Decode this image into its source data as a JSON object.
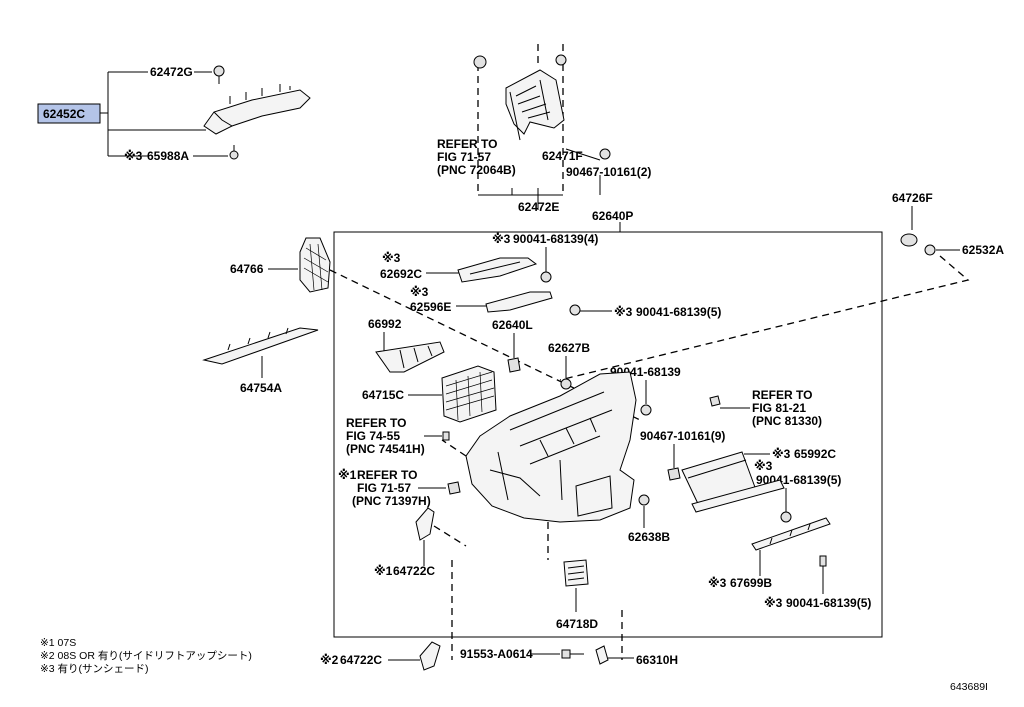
{
  "highlight_color": "#b4c4e8",
  "labels": {
    "p62452C": "62452C",
    "p62472G": "62472G",
    "p65988A": "65988A",
    "ref7157a_1": "REFER TO",
    "ref7157a_2": "FIG 71-57",
    "ref7157a_3": "(PNC 72064B)",
    "p62471F": "62471F",
    "p90467_2": "90467-10161(2)",
    "p62472E": "62472E",
    "p62640P": "62640P",
    "p64726F": "64726F",
    "p62532A": "62532A",
    "p90041_4": "90041-68139(4)",
    "p62692C": "62692C",
    "p62596E": "62596E",
    "p90041_5a": "90041-68139(5)",
    "p64766": "64766",
    "p66992": "66992",
    "p62640L": "62640L",
    "p62627B": "62627B",
    "p64754A": "64754A",
    "p64715C": "64715C",
    "p90041": "90041-68139",
    "ref8121_1": "REFER TO",
    "ref8121_2": "FIG 81-21",
    "ref8121_3": "(PNC 81330)",
    "ref7455_1": "REFER TO",
    "ref7455_2": "FIG 74-55",
    "ref7455_3": "(PNC 74541H)",
    "p90467_9": "90467-10161(9)",
    "p65992C": "65992C",
    "p90041_5b": "90041-68139(5)",
    "ref7157b_1": "REFER TO",
    "ref7157b_2": "FIG 71-57",
    "ref7157b_3": "(PNC 71397H)",
    "p62638B": "62638B",
    "p64722C_a": "64722C",
    "p67699B": "67699B",
    "p90041_5c": "90041-68139(5)",
    "p64718D": "64718D",
    "p64722C_b": "64722C",
    "p91553": "91553-A0614",
    "p66310H": "66310H",
    "m3": "※3",
    "m1": "※1",
    "m2": "※2"
  },
  "footnotes": [
    "※1 07S",
    "※2 08S OR 有り(サイドリフトアップシート)",
    "※3 有り(サンシェード)"
  ],
  "diagram_id": "643689I"
}
